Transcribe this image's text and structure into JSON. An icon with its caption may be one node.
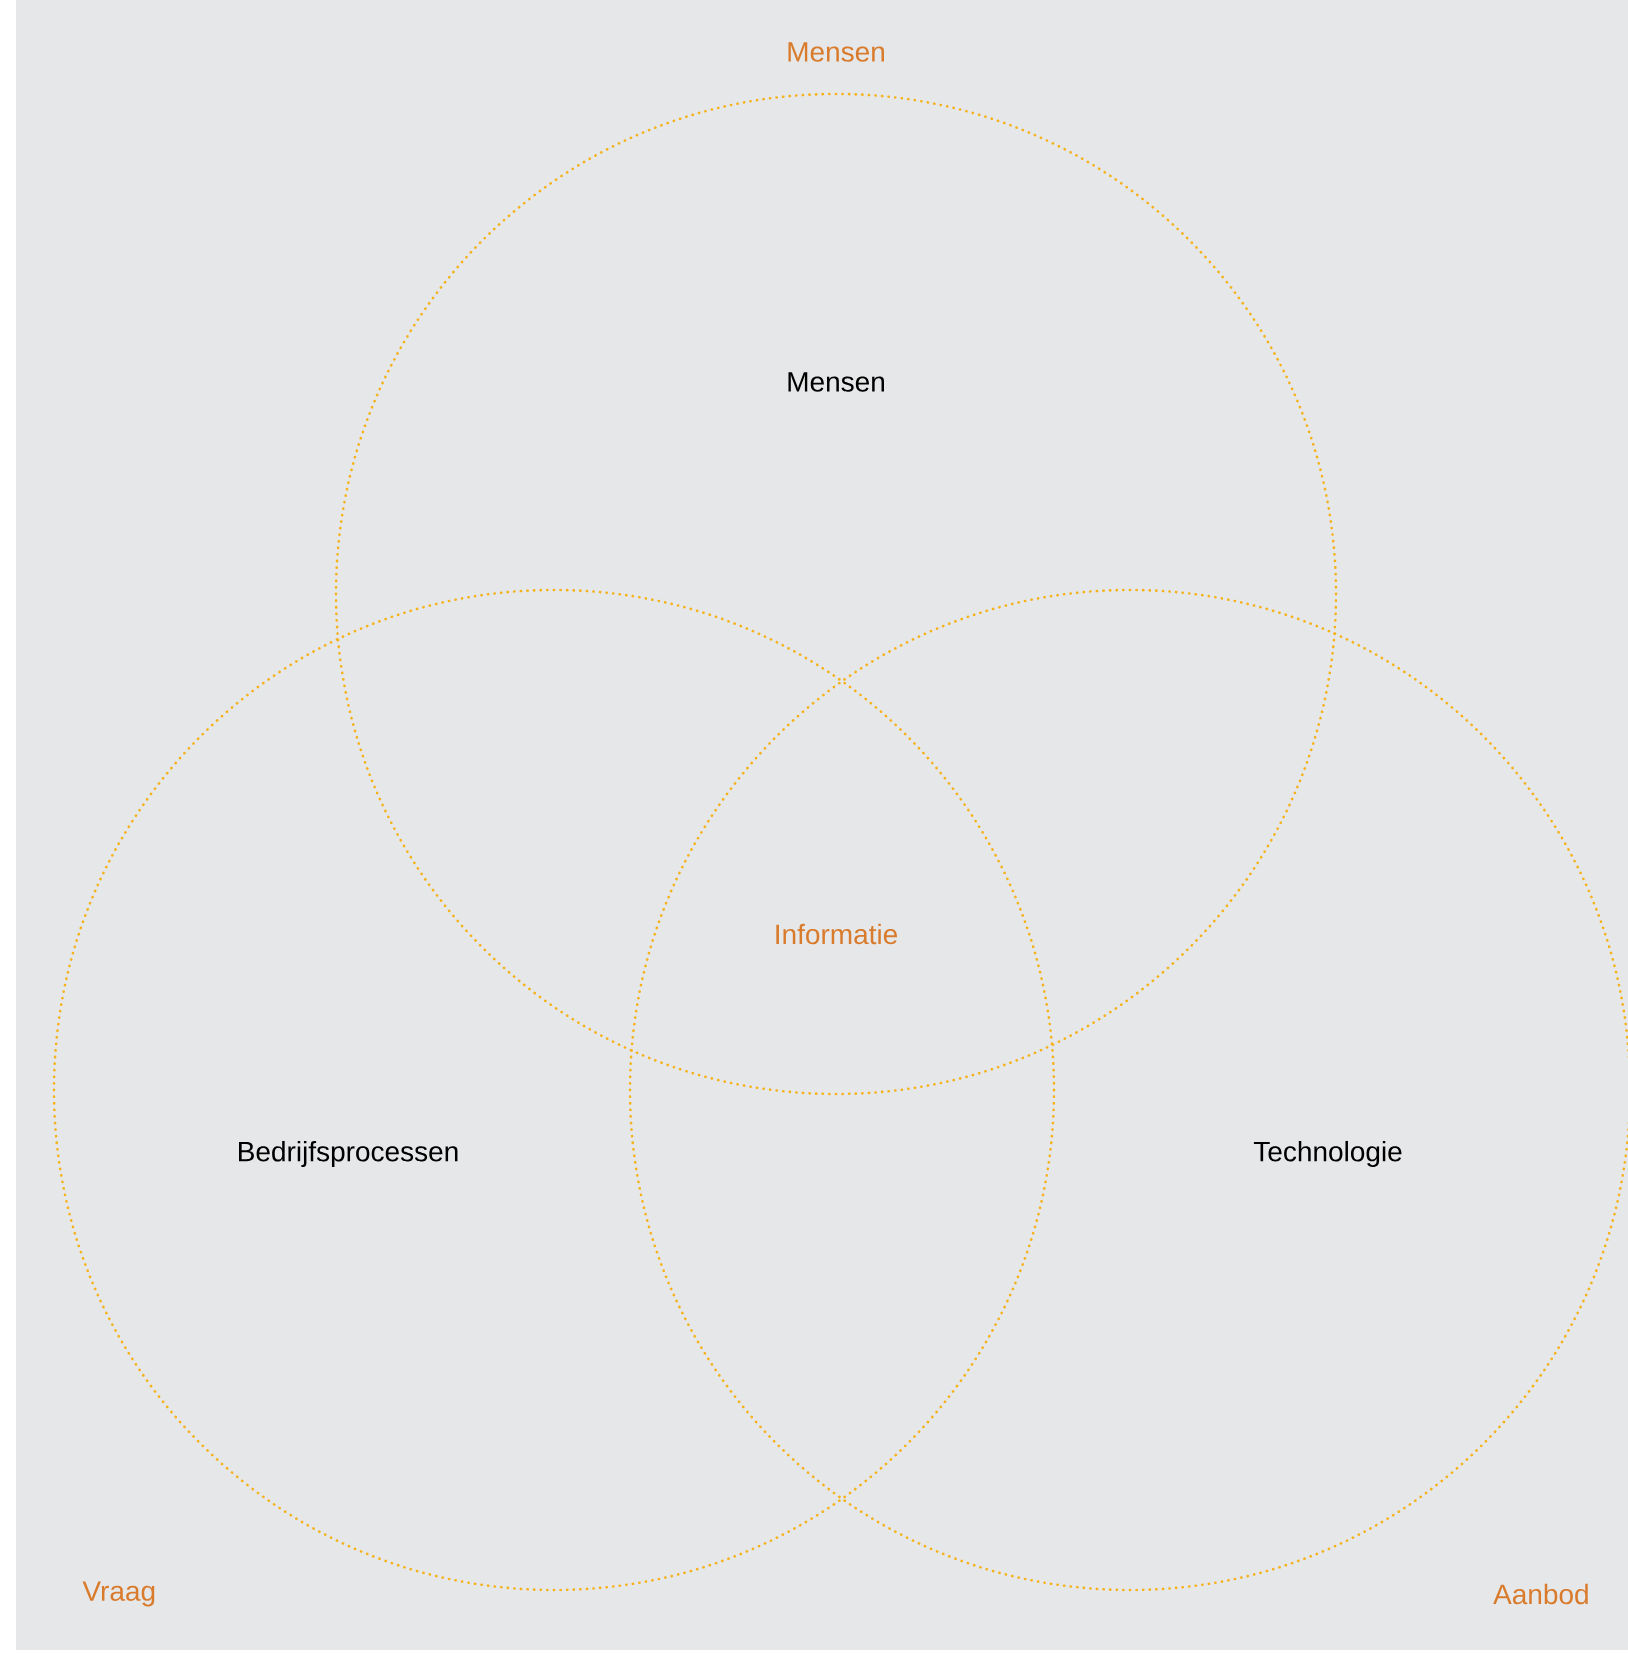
{
  "diagram": {
    "nodes": [
      {
        "text": [
          "Mensen"
        ]
      },
      {
        "text": [
          "Bedrijfsprocessen"
        ]
      },
      {
        "text": [
          "Technologie"
        ]
      }
    ],
    "labels": [
      "Mensen",
      "Informatie",
      "Vraag",
      "Aanbod"
    ]
  }
}
